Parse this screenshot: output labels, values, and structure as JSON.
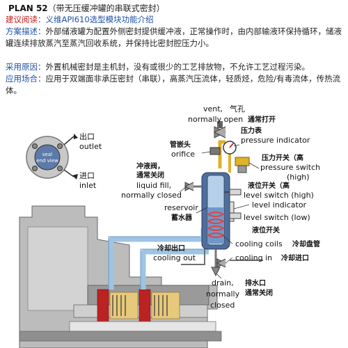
{
  "header": {
    "plan": "PLAN 52",
    "plan_sub": "（带无压缓冲罐的串联式密封）",
    "suggest_label": "建议阅读：",
    "suggest_link": "义维API610选型模块功能介绍"
  },
  "sections": [
    {
      "label": "方案描述：",
      "text": "外部储液罐为配置外侧密封提供缓冲液，正常操作时，由内部输液环保持循环，储液罐连续排放蒸汽至蒸汽回收系统，并保持比密封腔压力小。"
    },
    {
      "label": "采用原因：",
      "text": "外置机械密封是主机封，没有或很少的工艺排放物，不允许工艺过程污染。"
    },
    {
      "label": "应用场合：",
      "text": "应用于双端面非承压密封（串联），高蒸汽压流体，轻质烃，危险/有毒流体，传热流体。"
    }
  ],
  "diagram": {
    "outlet_cn": "出口",
    "outlet_en": "outlet",
    "inlet_cn": "进口",
    "inlet_en": "inlet",
    "seal_end_view_1": "seal",
    "seal_end_view_2": "end view",
    "vent_en": "vent,",
    "vent_cn": "气孔",
    "vent_open_en": "normally open",
    "vent_open_cn": "通常打开",
    "pi_cn": "压力表",
    "pi_en": "pressure indicator",
    "orifice_cn": "管嵌头",
    "orifice_en": "orifice",
    "ps_cn": "压力开关（高",
    "ps_en": "pressure switch",
    "ps_high": "(high)",
    "liquid_fill_cn1": "冲液阀，",
    "liquid_fill_cn2": "通常关闭",
    "liquid_fill_en1": "liquid fill,",
    "liquid_fill_en2": "normally closed",
    "lsh_cn": "液位开关（高",
    "lsh_en": "level switch (high)",
    "reservoir_en": "reservoir",
    "reservoir_cn": "蓄水器",
    "li_en": "level indicator",
    "lsl_en": "level switch (low)",
    "lsl_cn": "液位开关",
    "cooling_out_cn": "冷却出口",
    "cooling_out_en": "cooling out",
    "coils_en": "cooling coils",
    "coils_cn": "冷却盘管",
    "cooling_in_en": "cooling in",
    "cooling_in_cn": "冷却进口",
    "drain_en1": "drain,",
    "drain_en2": "normally",
    "drain_en3": "closed",
    "drain_cn": "排水口",
    "drain_cn2": "通常关闭"
  },
  "colors": {
    "label": "#1d4fa6",
    "link_red": "#c21b1b",
    "pipe_blue": "#9fc4e3",
    "pump_gray": "#b9b9b9",
    "vessel_blue": "#5b7fb0",
    "gauge_yellow": "#e5c230"
  }
}
